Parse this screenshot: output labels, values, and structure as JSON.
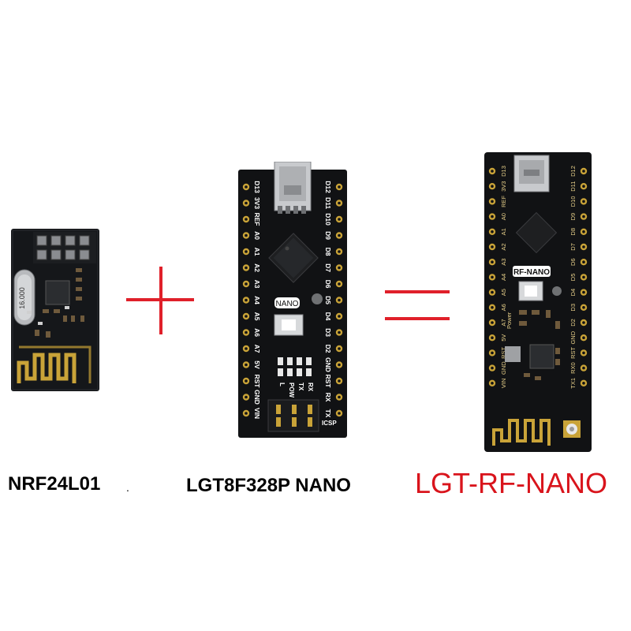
{
  "module1": {
    "caption": "NRF24L01",
    "caption_dot": ".",
    "crystal_text": "16.000"
  },
  "plus_sign": "+",
  "module2": {
    "caption": "LGT8F328P NANO",
    "brand": "NANO",
    "pins_left": [
      "D13",
      "3V3",
      "REF",
      "A0",
      "A1",
      "A2",
      "A3",
      "A4",
      "A5",
      "A6",
      "A7",
      "5V",
      "RST",
      "GND",
      "VIN"
    ],
    "pins_right": [
      "D12",
      "D11",
      "D10",
      "D9",
      "D8",
      "D7",
      "D6",
      "D5",
      "D4",
      "D3",
      "D2",
      "GND",
      "RST",
      "RX",
      "TX"
    ],
    "led_labels": [
      "L",
      "POW",
      "TX",
      "RX"
    ],
    "icsp": "ICSP"
  },
  "equals_sign": "=",
  "module3": {
    "caption": "LGT-RF-NANO",
    "caption_color": "#d9141c",
    "brand": "RF-NANO",
    "pins_left": [
      "D13",
      "3V3",
      "REF",
      "A0",
      "A1",
      "A2",
      "A3",
      "A4",
      "A5",
      "A6",
      "A7",
      "5V",
      "RST",
      "GND",
      "VIN"
    ],
    "pins_right": [
      "D12",
      "D11",
      "D10",
      "D9",
      "D8",
      "D7",
      "D6",
      "D5",
      "D4",
      "D3",
      "D2",
      "GND",
      "RST",
      "RX0",
      "TX1"
    ],
    "power": "Power"
  },
  "colors": {
    "pcb": "#111214",
    "gold": "#c9a338",
    "operator": "#e0202a",
    "pin": "#2a2a2a"
  }
}
